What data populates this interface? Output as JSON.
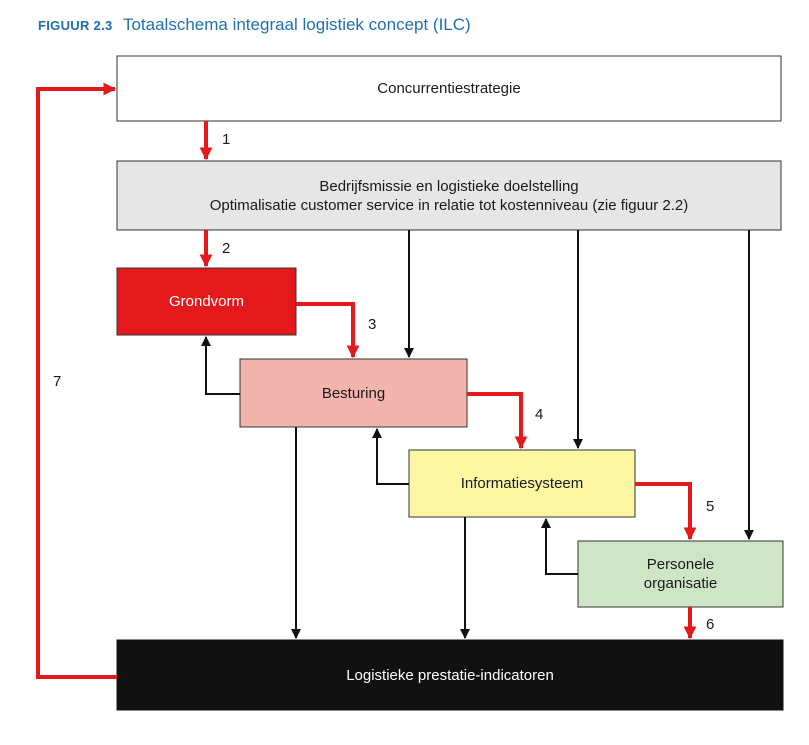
{
  "figure": {
    "label": "FIGUUR 2.3",
    "title": "Totaalschema integraal logistiek concept (ILC)"
  },
  "boxes": {
    "concurrentie": "Concurrentiestrategie",
    "missie_line1": "Bedrijfsmissie en logistieke doelstelling",
    "missie_line2": "Optimalisatie customer service in relatie tot kostenniveau (zie figuur 2.2)",
    "grondvorm": "Grondvorm",
    "besturing": "Besturing",
    "informatiesysteem": "Informatiesysteem",
    "personele_line1": "Personele",
    "personele_line2": "organisatie",
    "indicatoren": "Logistieke prestatie-indicatoren"
  },
  "step_numbers": [
    "1",
    "2",
    "3",
    "4",
    "5",
    "6",
    "7"
  ],
  "colors": {
    "accent_red": "#e3191b",
    "caption_blue": "#1f6fb5",
    "grondvorm_fill": "#e3191b",
    "besturing_fill": "#f4b4ae",
    "informatiesysteem_fill": "#fdf6a3",
    "personele_fill": "#cfe6c6",
    "missie_fill": "#e6e6e6",
    "indicatoren_fill": "#111111"
  }
}
